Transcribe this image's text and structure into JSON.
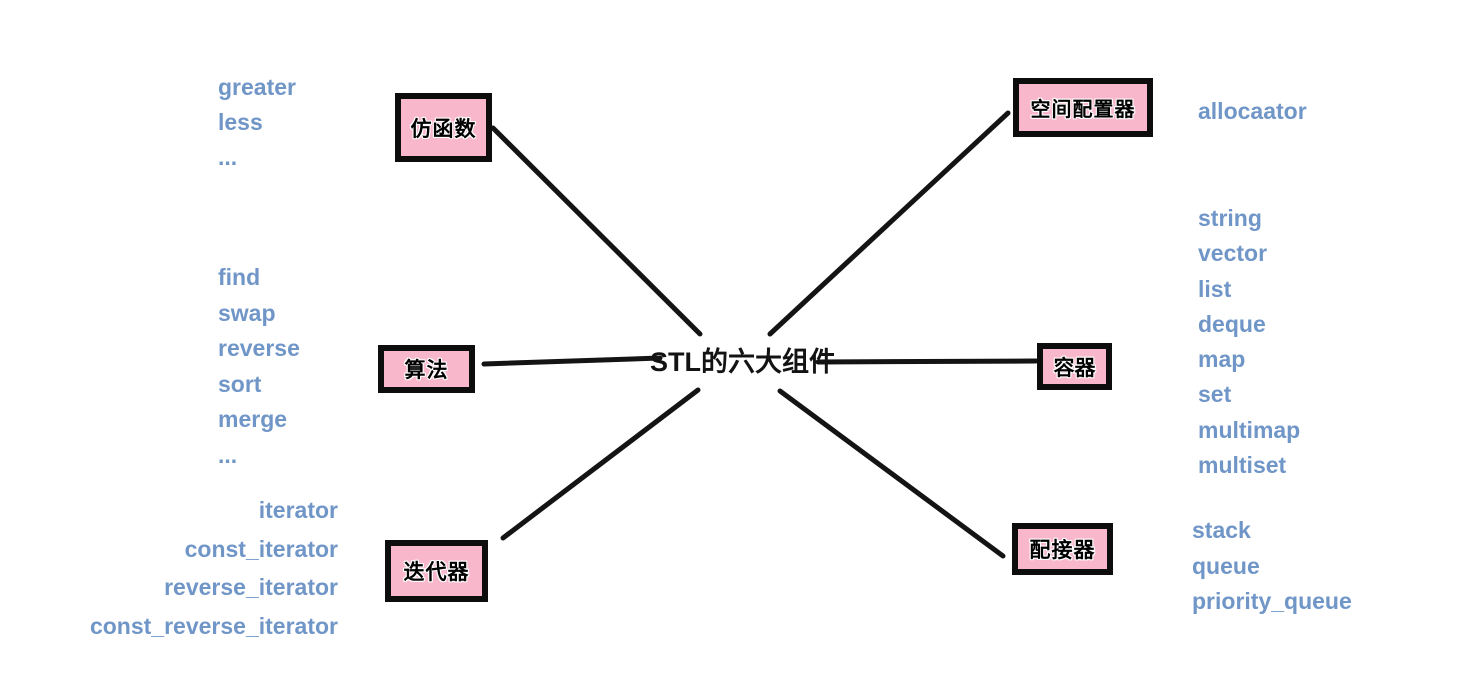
{
  "title": "STL的六大组件",
  "colors": {
    "node_fill": "#f9b7cb",
    "node_border": "#0d0d0d",
    "line": "#141414",
    "list_text": "#7096c8",
    "title_text": "#131313"
  },
  "nodes": {
    "functor": {
      "label": "仿函数"
    },
    "allocator": {
      "label": "空间配置器"
    },
    "algorithm": {
      "label": "算法"
    },
    "container": {
      "label": "容器"
    },
    "iterator": {
      "label": "迭代器"
    },
    "adapter": {
      "label": "配接器"
    }
  },
  "lists": {
    "functor": [
      "greater",
      "less",
      "..."
    ],
    "allocator": [
      "allocaator"
    ],
    "algorithm": [
      "find",
      "swap",
      "reverse",
      "sort",
      "merge",
      "..."
    ],
    "container": [
      "string",
      "vector",
      "list",
      "deque",
      "map",
      "set",
      "multimap",
      "multiset"
    ],
    "iterator": [
      "iterator",
      "const_iterator",
      "reverse_iterator",
      "const_reverse_iterator"
    ],
    "adapter": [
      "stack",
      "queue",
      "priority_queue"
    ]
  }
}
